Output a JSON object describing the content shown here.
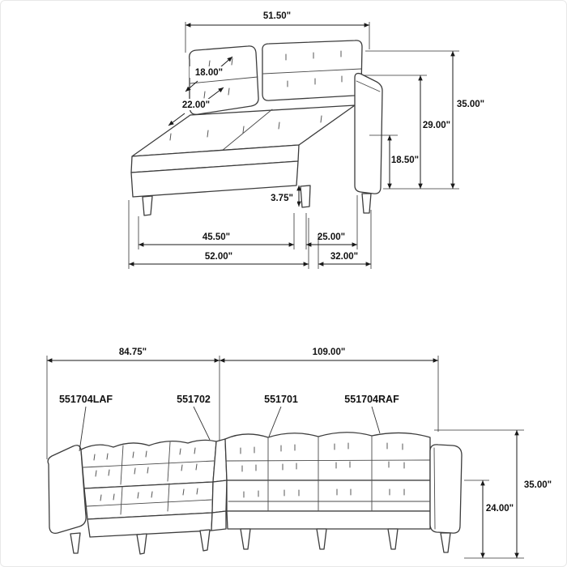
{
  "top_diagram": {
    "back_width": "51.50\"",
    "back_cushion_width": "18.00\"",
    "seat_depth": "22.00\"",
    "overall_height": "35.00\"",
    "back_height": "29.00\"",
    "seat_height": "18.50\"",
    "leg_height": "3.75\"",
    "seat_width": "45.50\"",
    "side_depth": "25.00\"",
    "overall_width": "52.00\"",
    "overall_depth": "32.00\""
  },
  "bottom_diagram": {
    "left_section_width": "84.75\"",
    "right_section_width": "109.00\"",
    "overall_height": "35.00\"",
    "seat_height": "24.00\"",
    "parts": [
      {
        "label": "551704LAF"
      },
      {
        "label": "551702"
      },
      {
        "label": "551701"
      },
      {
        "label": "551704RAF"
      }
    ]
  }
}
